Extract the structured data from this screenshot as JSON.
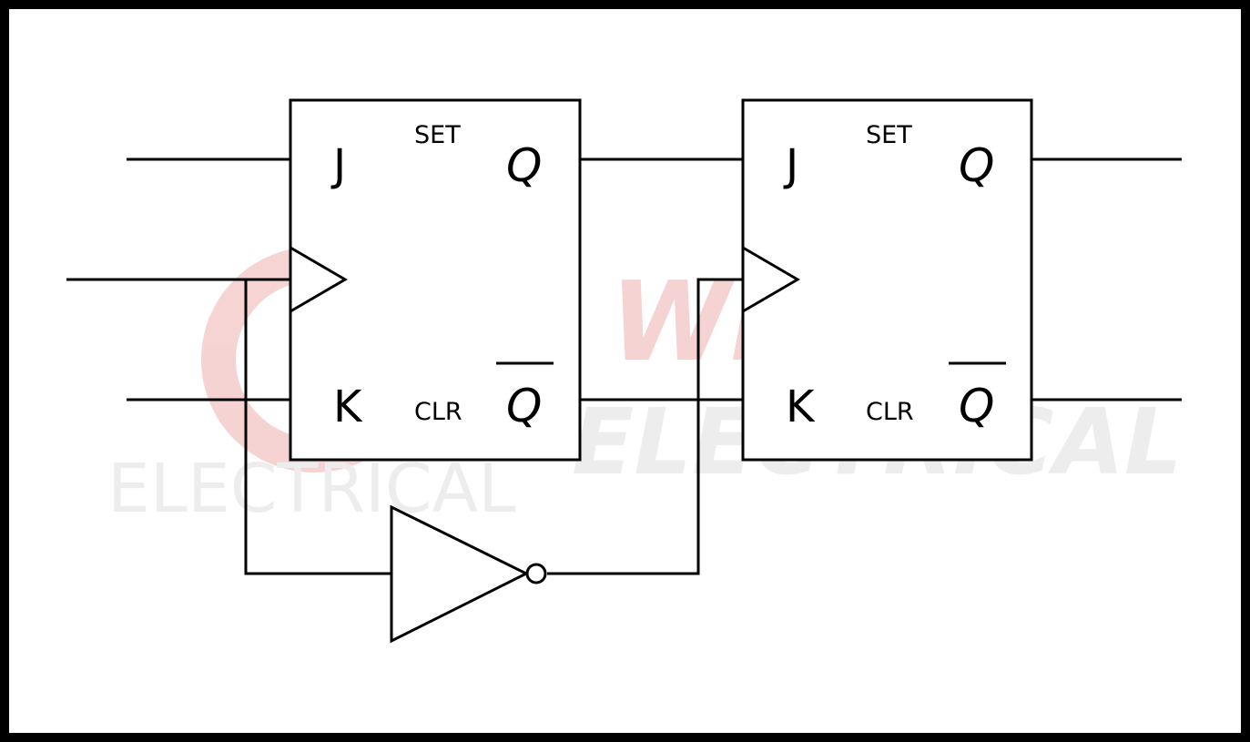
{
  "diagram": {
    "colors": {
      "line": "#000000",
      "background": "#ffffff",
      "watermark_red": "#f5cccc",
      "watermark_gray": "#ebebeb"
    },
    "watermark": {
      "line1": "WI",
      "line2": "ELECTRICAL",
      "line3": "ELECTRICAL"
    },
    "flip_flop_1": {
      "j_label": "J",
      "k_label": "K",
      "q_label": "Q",
      "q_bar_label": "Q",
      "set_label": "SET",
      "clr_label": "CLR"
    },
    "flip_flop_2": {
      "j_label": "J",
      "k_label": "K",
      "q_label": "Q",
      "q_bar_label": "Q",
      "set_label": "SET",
      "clr_label": "CLR"
    }
  }
}
